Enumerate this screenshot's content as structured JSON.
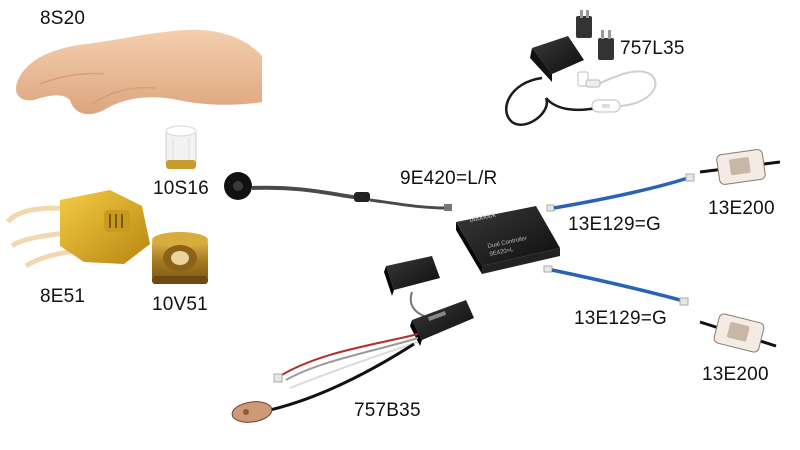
{
  "labels": {
    "hand": "8S20",
    "wrist_adapter": "10S16",
    "hand_mechanism": "8E51",
    "wrist_unit": "10V51",
    "charger": "757L35",
    "controller": "9E420=L/R",
    "cable_upper": "13E129=G",
    "cable_lower": "13E129=G",
    "electrode_upper": "13E200",
    "electrode_lower": "13E200",
    "battery": "757B35"
  },
  "colors": {
    "skin": "#eec3a0",
    "gold": "#d4a422",
    "cable_blue": "#2a62b8",
    "controller_body": "#1b1b1b",
    "text": "#111111"
  },
  "icons": {
    "hand": "prosthetic-hand-icon",
    "charger": "power-adapter-icon",
    "controller": "controller-unit-icon",
    "battery": "battery-pack-icon",
    "electrode": "electrode-icon"
  },
  "controller_text": {
    "brand": "ottobock",
    "line1": "Dual Controller",
    "line2": "9E420=L"
  }
}
